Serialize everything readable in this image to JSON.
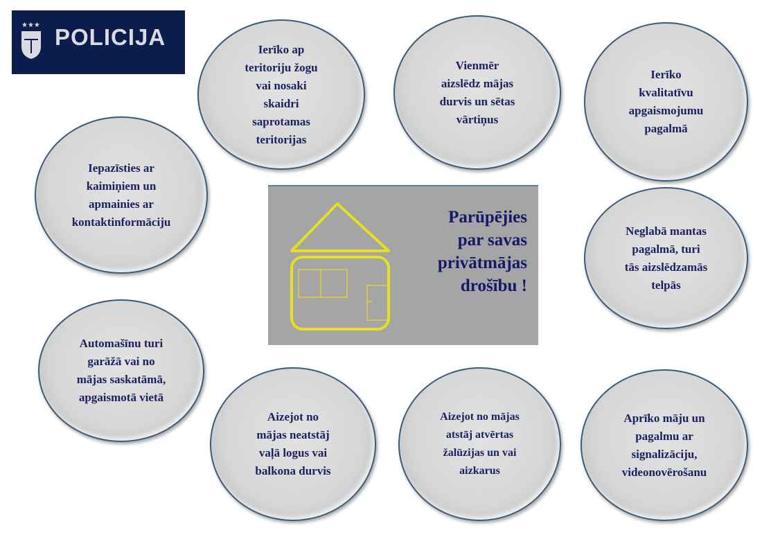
{
  "logo": {
    "text": "POLICIJA"
  },
  "center": {
    "title": "Parūpējies\npar savas\nprivātmājas\ndrošību !"
  },
  "tips": [
    "Ierīko ap\nteritoriju žogu\nvai nosaki\nskaidri\nsaprotamas\nteritorijas",
    "Vienmēr\naizslēdz mājas\ndurvis un sētas\nvārtiņus",
    "Ierīko\nkvalitatīvu\napgaismojumu\npagalmā",
    "Iepazīsties ar\nkaimiņiem un\napmainies ar\nkontaktinformāciju",
    "Neglabā mantas\npagalmā, turi\ntās aizslēdzamās\ntelpās",
    "Automašīnu turi\ngarāžā vai no\nmājas saskatāmā,\napgaismotā vietā",
    "Aizejot no\nmājas neatstāj\nvaļā logus vai\nbalkona durvis",
    "Aizejot no mājas\natstāj atvērtas\nžalūzijas un vai\naizkarus",
    "Aprīko māju un\npagalmu  ar\nsignalizāciju,\nvideonovērošanu"
  ],
  "colors": {
    "navy": "#0b1d4d",
    "text": "#1b2060",
    "house": "#e6e01e",
    "box": "#a5a5a5"
  }
}
